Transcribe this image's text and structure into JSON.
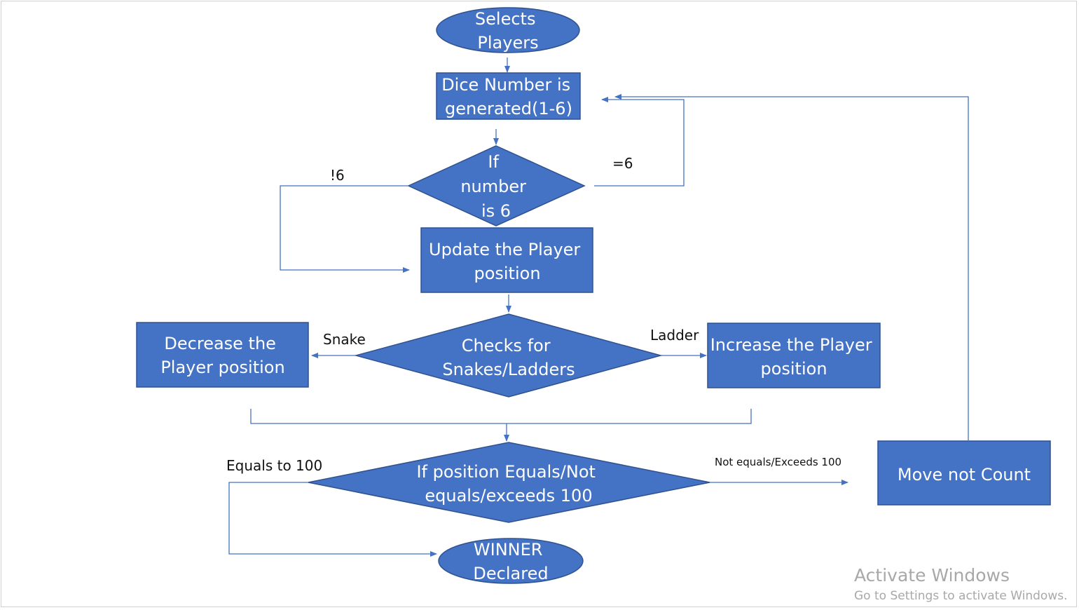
{
  "colors": {
    "shape_fill": "#4472c4",
    "shape_stroke": "#2f528f",
    "connector": "#4472c4",
    "text_on_shape": "#ffffff",
    "label_text": "#111111",
    "watermark_text": "#a8a8a8"
  },
  "nodes": {
    "select_players": {
      "shape": "ellipse",
      "lines": [
        "Selects",
        "Players"
      ]
    },
    "dice": {
      "shape": "rectangle",
      "lines": [
        "Dice Number is",
        "generated(1-6)"
      ]
    },
    "if_six": {
      "shape": "diamond",
      "lines": [
        "If",
        "number",
        "is 6"
      ]
    },
    "update_position": {
      "shape": "rectangle",
      "lines": [
        "Update the Player",
        "position"
      ]
    },
    "check_snakes_ladders": {
      "shape": "diamond",
      "lines": [
        "Checks for",
        "Snakes/Ladders"
      ]
    },
    "decrease_position": {
      "shape": "rectangle",
      "lines": [
        "Decrease the",
        "Player position"
      ]
    },
    "increase_position": {
      "shape": "rectangle",
      "lines": [
        "Increase the Player",
        "position"
      ]
    },
    "check_100": {
      "shape": "diamond",
      "lines": [
        "If position Equals/Not",
        "equals/exceeds 100"
      ]
    },
    "move_not_count": {
      "shape": "rectangle",
      "lines": [
        "Move not Count"
      ]
    },
    "winner": {
      "shape": "ellipse",
      "lines": [
        "WINNER",
        "Declared"
      ]
    }
  },
  "edge_labels": {
    "not_six": "!6",
    "equals_six": "=6",
    "snake": "Snake",
    "ladder": "Ladder",
    "equals_100": "Equals to 100",
    "not_equals_100": "Not equals/Exceeds 100"
  },
  "watermark": {
    "title": "Activate Windows",
    "subtitle": "Go to Settings to activate Windows."
  }
}
